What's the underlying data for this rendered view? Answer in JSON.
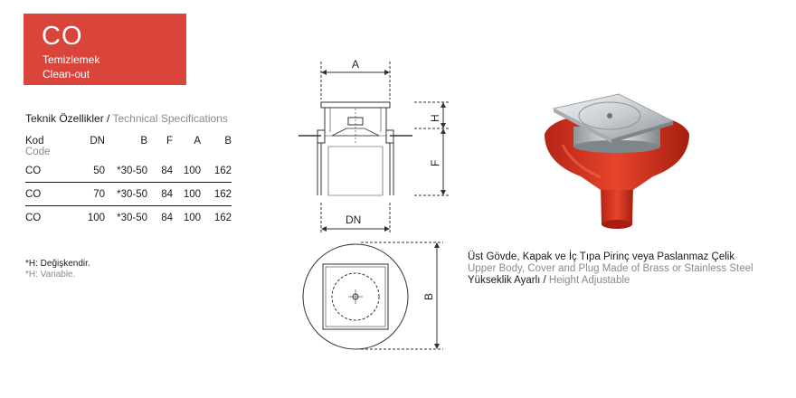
{
  "header": {
    "code": "CO",
    "name_tr": "Temizlemek",
    "name_en": "Clean-out",
    "color": "#d9453a"
  },
  "specs": {
    "title_tr": "Teknik Özellikler / ",
    "title_en": "Technical Specifications",
    "columns": [
      "Kod",
      "DN",
      "B",
      "F",
      "A",
      "B"
    ],
    "code_sub": "Code",
    "rows": [
      [
        "CO",
        "50",
        "*30-50",
        "84",
        "100",
        "162"
      ],
      [
        "CO",
        "70",
        "*30-50",
        "84",
        "100",
        "162"
      ],
      [
        "CO",
        "100",
        "*30-50",
        "84",
        "100",
        "162"
      ]
    ]
  },
  "notes": {
    "tr": "*H: Değişkendir.",
    "en": "*H: Variable."
  },
  "drawing": {
    "label_a": "A",
    "label_h": "H",
    "label_f": "F",
    "label_dn": "DN",
    "label_b": "B"
  },
  "description": {
    "line1": "Üst Gövde, Kapak ve İç Tıpa Pirinç veya Paslanmaz Çelik",
    "line2": "Upper Body, Cover and Plug Made of Brass or Stainless Steel",
    "line3_tr": "Yükseklik Ayarlı / ",
    "line3_en": "Height Adjustable"
  },
  "colors": {
    "body_red": "#d8321f",
    "steel": "#c9ced1"
  }
}
